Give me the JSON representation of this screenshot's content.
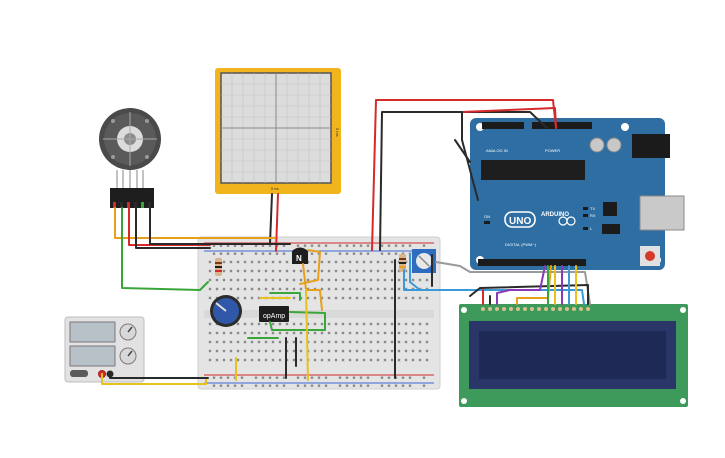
{
  "oscilloscope": {
    "side_label": "5 ms",
    "bottom_label": "5 ms"
  },
  "arduino": {
    "model_label": "UNO",
    "brand_label": "ARDUINO",
    "analog_header": "ANALOG IN",
    "power_header": "POWER",
    "digital_header": "DIGITAL (PWM~)",
    "tx_label": "TX",
    "rx_label": "RX",
    "l_label": "L",
    "on_label": "ON"
  },
  "breadboard": {
    "transistor_label": "N",
    "opamp_label": "opAmp"
  },
  "colors": {
    "wire_red": "#d42a2a",
    "wire_black": "#2a2a2a",
    "wire_yellow": "#e8c21c",
    "wire_green": "#3aa63a",
    "wire_orange": "#e88a1c",
    "wire_blue": "#3a9ad9",
    "wire_purple": "#8a3ab9",
    "wire_gray": "#9a9a9a",
    "arduino_board": "#2e6ea3",
    "lcd_board": "#3e9a5a",
    "lcd_screen": "#1e2a55",
    "scope_frame": "#f2b41c"
  },
  "icons": [
    "motor-encoder-icon",
    "power-supply-icon",
    "potentiometer-icon",
    "usb-port-icon"
  ]
}
